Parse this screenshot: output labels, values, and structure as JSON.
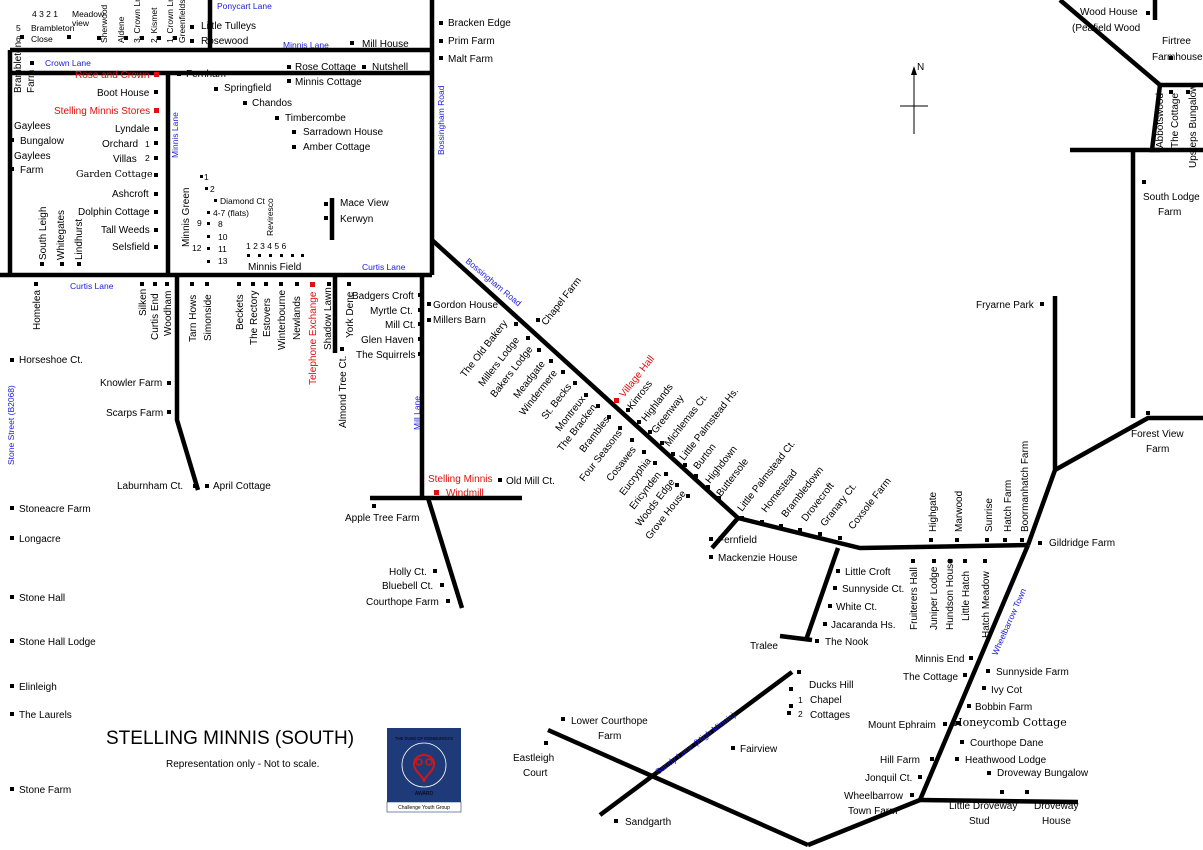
{
  "title": "STELLING MINNIS (SOUTH)",
  "subtitle": "Representation only - Not to scale.",
  "north": "N",
  "badge": {
    "text": "THE DUKE OF EDINBURGH'S",
    "award": "AWARD",
    "group": "Challenge Youth Group",
    "color": "#1e3a78"
  },
  "roads": {
    "ponycart": "Ponycart Lane",
    "minnis_lane_top": "Minnis Lane",
    "crown": "Crown Lane",
    "minnis_lane": "Minnis Lane",
    "bossingham": "Bossingham Road",
    "curtis": "Curtis Lane",
    "curtis2": "Curtis Lane",
    "bossingham_diag": "Bossingham Road",
    "mill": "Mill Lane",
    "stone": "Stone Street (B2068)",
    "wheelbarrow": "Wheelbarrow Town",
    "sandy": "Sandy Lane (High Minnis)"
  },
  "labels": {
    "top_numbers": "4 3  2 1",
    "n5": "5",
    "n6": "6",
    "brambleton": "Brambleton",
    "close": "Close",
    "meadow": "Meadow-",
    "view": "view",
    "sherwood": "Sherwood",
    "aldene": "Aldene",
    "crown_ln3": "3. Crown Ln",
    "kismet": "2. Kismet",
    "crown_ln1": "1. Crown Ln",
    "greenfields": "Greenfields",
    "little_tulleys": "Little Tulleys",
    "rosewood": "Rosewood",
    "mill_house": "Mill House",
    "bracken_edge": "Bracken Edge",
    "prim_farm": "Prim Farm",
    "malt_farm": "Malt Farm",
    "wood_house": "Wood House",
    "peafield": "(Peafield Wood",
    "firtree": "Firtree",
    "farmhouse": "Farmhouse",
    "brambleton_farm": "Brambleton",
    "farm": "Farm",
    "rose_crown": "Rose and Crown",
    "boot_house": "Boot House",
    "stores": "Stelling Minnis Stores",
    "gaylees1": "Gaylees",
    "bungalow": "Bungalow",
    "gaylees2": "Gaylees",
    "farm2": "Farm",
    "lyndale": "Lyndale",
    "orchard": "Orchard",
    "villas": "Villas",
    "v1": "1",
    "v2": "2",
    "garden_cottage": "Garden Cottage",
    "ashcroft": "Ashcroft",
    "dolphin": "Dolphin Cottage",
    "tall_weeds": "Tall Weeds",
    "selsfield": "Selsfield",
    "south_leigh": "South Leigh",
    "whitegates": "Whitegates",
    "lindhurst": "Lindhurst",
    "fernham": "Fernham",
    "springfield": "Springfield",
    "chandos": "Chandos",
    "timbercombe": "Timbercombe",
    "sarradown": "Sarradown House",
    "amber": "Amber Cottage",
    "rose_cottage": "Rose Cottage",
    "nutshell": "Nutshell",
    "minnis_cottage": "Minnis Cottage",
    "minnis_green": "Minnis Green",
    "mg1": "1",
    "mg2": "2",
    "diamond": "Diamond Ct",
    "flats": "4-7 (flats)",
    "mg9": "9",
    "mg8": "8",
    "mg10": "10",
    "mg12": "12",
    "mg11": "11",
    "mg13": "13",
    "reviresco": "Reviresco",
    "mf_nums": "1  2  3 4 5 6",
    "minnis_field": "Minnis Field",
    "mace_view": "Mace View",
    "kerwyn": "Kerwyn",
    "abbotswood": "Abbotswood",
    "the_cottage_tr": "The Cottage",
    "upsteps": "Upsteps Bungalow",
    "south_lodge": "South Lodge",
    "south_lodge_farm": "Farm",
    "homelea": "Homelea",
    "silken": "Silken",
    "curtis_end": "Curtis End",
    "woodham": "Woodham",
    "tarn_hows": "Tarn Hows",
    "simonside": "Simonside",
    "beckets": "Beckets",
    "rectory": "The Rectory",
    "estovers": "Estovers",
    "winterbourne": "Winterbourne",
    "newlands": "Newlands",
    "telephone": "Telephone Exchange",
    "shadow_lawn": "Shadow Lawn",
    "york_dene": "York Dene",
    "almond": "Almond Tree Ct.",
    "badgers": "Badgers Croft",
    "myrtle": "Myrtle Ct.",
    "mill_ct": "Mill Ct.",
    "glen_haven": "Glen Haven",
    "squirrels": "The Squirrels",
    "gordon": "Gordon House",
    "millers_barn": "Millers Barn",
    "chapel_farm": "Chapel Farm",
    "old_bakery": "The Old Bakery",
    "millers_lodge": "Millers Lodge",
    "bakers_lodge": "Bakers Lodge",
    "meadgate": "Meadgate",
    "windermere": "Windermere",
    "st_becks": "St. Becks",
    "montreux": "Montreux",
    "bracken": "The Bracken",
    "brambles": "Brambles",
    "four_seasons": "Four Seasons",
    "cosawes": "Cosawes",
    "eucryphia": "Eucryphia",
    "ericynden": "Ericynden",
    "woods_edge": "Woods Edge",
    "grove_house": "Grove House",
    "village_hall": "Village Hall",
    "kinross": "Kinross",
    "highlands": "Highlands",
    "greenway": "Greenway",
    "michlemas": "Michlemas Ct.",
    "little_palmstead_hs": "Little Palmstead Hs.",
    "burton": "Burton",
    "highdown": "Highdown",
    "buttersole": "Buttersole",
    "little_palmstead_ct": "Little Palmstead Ct.",
    "homestead": "Homestead",
    "brambledown": "Brambledown",
    "drovecroft": "Drovecroft",
    "granary": "Granary Ct.",
    "coxsole": "Coxsole Farm",
    "highgate": "Highgate",
    "marwood": "Marwood",
    "sunrise": "Sunrise",
    "hatch_farm": "Hatch Farm",
    "boormanhatch": "Boormanhatch Farm",
    "fryarne": "Fryarne Park",
    "forest_view": "Forest View",
    "forest_view_farm": "Farm",
    "horseshoe": "Horseshoe Ct.",
    "knowler": "Knowler Farm",
    "scarps": "Scarps Farm",
    "laburnham": "Laburnham Ct.",
    "april": "April Cottage",
    "windmill1": "Stelling Minnis",
    "windmill2": "Windmill",
    "old_mill": "Old Mill Ct.",
    "apple_tree": "Apple Tree Farm",
    "holly": "Holly Ct.",
    "bluebell": "Bluebell Ct.",
    "courthope": "Courthope Farm",
    "fernfield": "Fernfield",
    "mackenzie": "Mackenzie House",
    "gildridge": "Gildridge Farm",
    "stoneacre": "Stoneacre Farm",
    "longacre": "Longacre",
    "stone_hall": "Stone Hall",
    "stone_hall_lodge": "Stone Hall Lodge",
    "elinleigh": "Elinleigh",
    "laurels": "The Laurels",
    "stone_farm": "Stone Farm",
    "little_croft": "Little Croft",
    "sunnyside_ct": "Sunnyside Ct.",
    "white_ct": "White Ct.",
    "jacaranda": "Jacaranda Hs.",
    "nook": "The Nook",
    "tralee": "Tralee",
    "fruiterers": "Fruiterers Hall",
    "juniper": "Juniper Lodge",
    "hundson": "Hundson House",
    "little_hatch": "Little Hatch",
    "hatch_meadow": "Hatch Meadow",
    "minnis_end": "Minnis End",
    "the_cottage": "The Cottage",
    "sunnyside_farm": "Sunnyside Farm",
    "ivy_cot": "Ivy Cot",
    "bobbin": "Bobbin Farm",
    "honeycomb": "Honeycomb Cottage",
    "mount_ephraim": "Mount Ephraim",
    "courthope_dane": "Courthope Dane",
    "hill_farm": "Hill Farm",
    "heathwood": "Heathwood Lodge",
    "jonquil": "Jonquil Ct.",
    "droveway_bungalow": "Droveway Bungalow",
    "wheelbarrow_town_farm1": "Wheelbarrow",
    "wheelbarrow_town_farm2": "Town Farm",
    "little_droveway1": "Little Droveway",
    "little_droveway2": "Stud",
    "droveway_house1": "Droveway",
    "droveway_house2": "House",
    "ducks_hill": "Ducks Hill",
    "chapel_cottages1": "Chapel",
    "chapel_cottages2": "Cottages",
    "cc1": "1",
    "cc2": "2",
    "lower_courthope1": "Lower Courthope",
    "lower_courthope2": "Farm",
    "fairview": "Fairview",
    "eastleigh1": "Eastleigh",
    "eastleigh2": "Court",
    "sandgarth": "Sandgarth"
  }
}
